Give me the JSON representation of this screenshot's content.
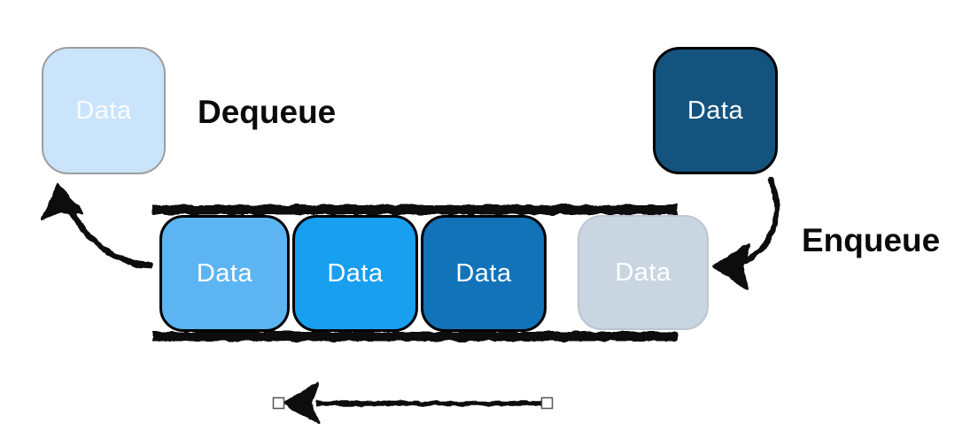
{
  "diagram": {
    "kind": "queue-fifo-diagram",
    "dequeue": {
      "label": "Dequeue",
      "item": {
        "label": "Data",
        "fill": "#C9E4FB",
        "border": "#9E9E9E",
        "text_color": "#FAFCFF"
      }
    },
    "enqueue": {
      "label": "Enqueue",
      "item": {
        "label": "Data",
        "fill": "#14537E",
        "border": "#000000",
        "text_color": "#FFFFFF"
      }
    },
    "queue": {
      "items": [
        {
          "label": "Data",
          "fill": "#5CB5F2",
          "border": "#000000",
          "text_color": "#FFFFFF"
        },
        {
          "label": "Data",
          "fill": "#189FF0",
          "border": "#000000",
          "text_color": "#FFFFFF"
        },
        {
          "label": "Data",
          "fill": "#1273B9",
          "border": "#000000",
          "text_color": "#FFFFFF"
        },
        {
          "label": "Data",
          "fill": "#CAD5E2",
          "border": "#BCC6D2",
          "text_color": "#FFFFFF"
        }
      ],
      "rail_color": "#111111"
    },
    "icons": {
      "dequeue_arrow": "curved-arrow-up-left",
      "enqueue_arrow": "curved-arrow-down-left",
      "direction_arrow": "long-arrow-left-with-endpoint-handles"
    },
    "colors": {
      "ink": "#111111",
      "handle_fill": "#FFFFFF",
      "handle_border": "#555555",
      "background": "#FFFFFF"
    }
  }
}
